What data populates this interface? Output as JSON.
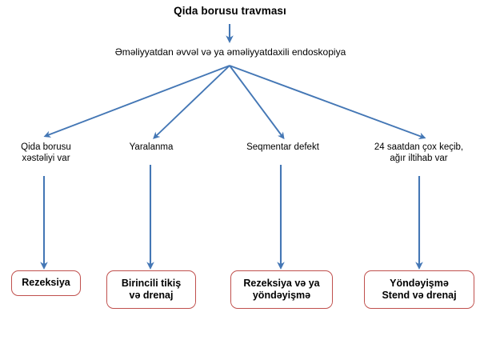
{
  "diagram": {
    "type": "flowchart",
    "title": "Qida borusu travması",
    "accent_arrow_color": "#4477B5",
    "box_border_color": "#C0504D",
    "box_fill_color": "#FFFFFF",
    "text_color": "#000000",
    "background_color": "#FFFFFF",
    "root": {
      "label": "Qida borusu travması"
    },
    "step": {
      "label": "Əməliyyatdan əvvəl və ya əməliyyatdaxili endoskopiya"
    },
    "branches": [
      {
        "id": "branch-1",
        "condition": "Qida borusu\nxəstəliyi var",
        "outcome": "Rezeksiya"
      },
      {
        "id": "branch-2",
        "condition": "Yaralanma",
        "outcome": "Birincili tikiş\nvə drenaj"
      },
      {
        "id": "branch-3",
        "condition": "Seqmentar defekt",
        "outcome": "Rezeksiya və ya\nyöndəyişmə"
      },
      {
        "id": "branch-4",
        "condition": "24 saatdan çox keçib,\nağır iltihab var",
        "outcome": "Yöndəyişmə\nStend və drenaj"
      }
    ],
    "connectors": {
      "root_to_step": "down-arrow",
      "step_to_branches": "fan-out-arrows",
      "branch_to_outcome": "down-arrow"
    }
  }
}
